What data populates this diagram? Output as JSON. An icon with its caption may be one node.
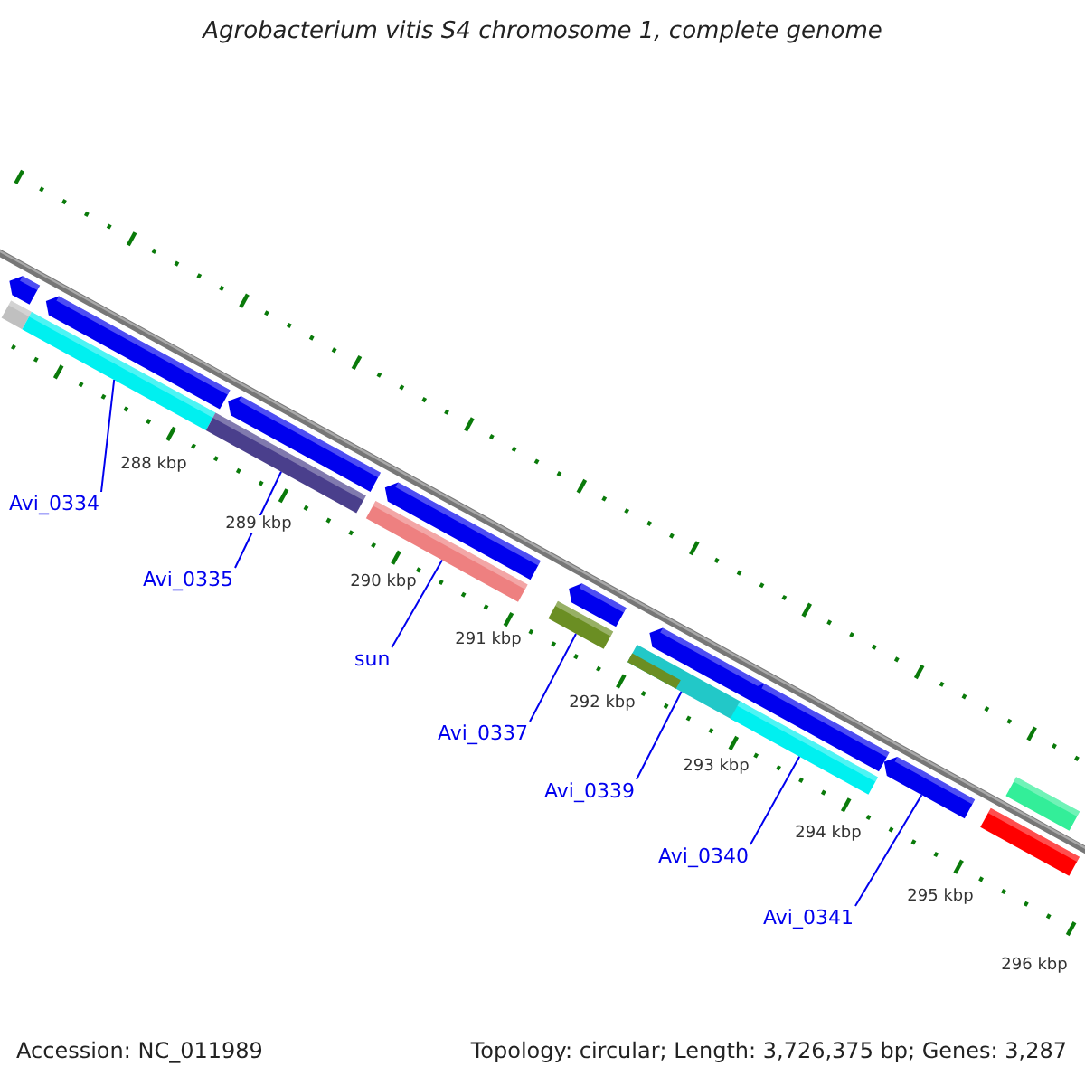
{
  "diagram": {
    "title": "Agrobacterium vitis S4 chromosome 1, complete genome",
    "nodes": [
      {
        "text": [],
        "shape": "bar"
      },
      {
        "text": [],
        "shape": "bar"
      },
      {
        "text": [],
        "shape": "bar"
      },
      {
        "text": [],
        "shape": "bar"
      },
      {
        "text": [],
        "shape": "bar"
      },
      {
        "text": [],
        "shape": "bar"
      },
      {
        "text": [],
        "shape": "bar"
      },
      {
        "text": [],
        "shape": "bar"
      },
      {
        "text": [],
        "shape": "bar"
      },
      {
        "text": [],
        "shape": "bar"
      },
      {
        "text": [],
        "shape": "bar"
      },
      {
        "text": [],
        "shape": "bar"
      },
      {
        "text": [],
        "shape": "bar"
      },
      {
        "text": [],
        "shape": "bar"
      },
      {
        "text": [],
        "shape": "bar"
      },
      {
        "text": [],
        "shape": "bar"
      },
      {
        "text": [],
        "shape": "bar"
      },
      {
        "text": [
          "Avi_0334"
        ]
      },
      {
        "text": [
          "Avi_0335"
        ]
      },
      {
        "text": [
          "sun"
        ]
      },
      {
        "text": [
          "Avi_0337"
        ]
      },
      {
        "text": [
          "Avi_0339"
        ]
      },
      {
        "text": [
          "Avi_0340"
        ]
      },
      {
        "text": [
          "Avi_0341"
        ]
      }
    ],
    "edges": [
      {
        "from": 17,
        "to": 3,
        "arrow": "none"
      },
      {
        "from": 18,
        "to": 5,
        "arrow": "none"
      },
      {
        "from": 19,
        "to": 7,
        "arrow": "none"
      },
      {
        "from": 20,
        "to": 9,
        "arrow": "none"
      },
      {
        "from": 21,
        "to": 10,
        "arrow": "none"
      },
      {
        "from": 22,
        "to": 13,
        "arrow": "none"
      },
      {
        "from": 23,
        "to": 14,
        "arrow": "none"
      }
    ],
    "labels": [
      "288 kbp",
      "289 kbp",
      "290 kbp",
      "291 kbp",
      "292 kbp",
      "293 kbp",
      "294 kbp",
      "295 kbp",
      "296 kbp",
      "Accession: NC_011989",
      "Topology: circular; Length: 3,726,375 bp; Genes: 3,287"
    ]
  }
}
